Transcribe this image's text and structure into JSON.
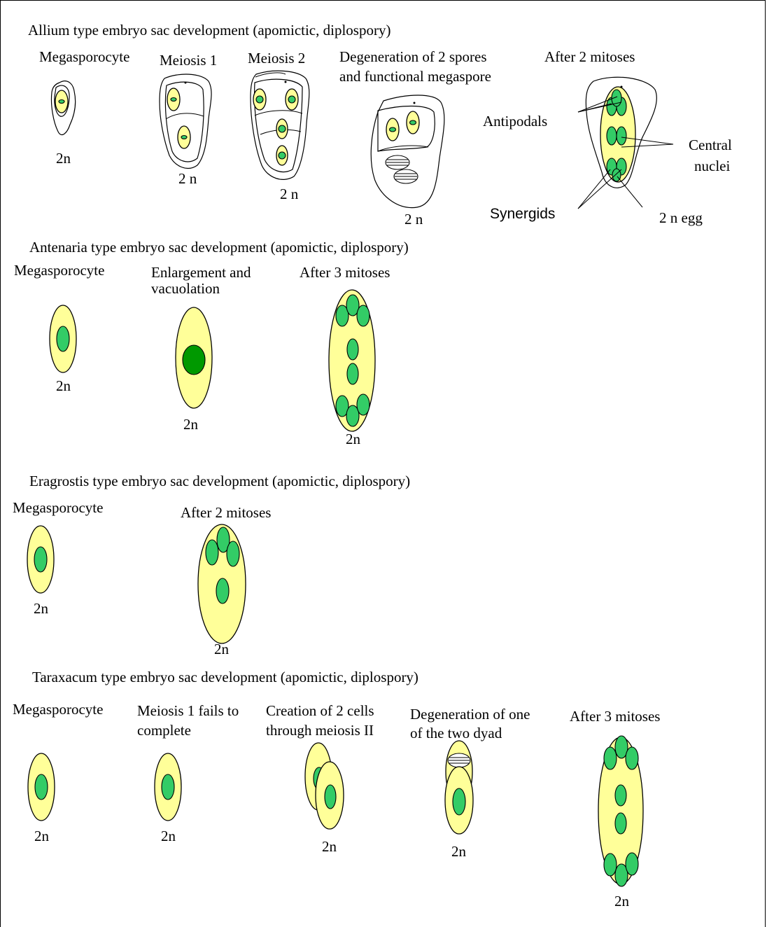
{
  "colors": {
    "cytoplasm": "#ffff99",
    "nucleus": "#33cc66",
    "large_nucleus": "#009900",
    "outline": "#000000",
    "background": "#ffffff"
  },
  "allium": {
    "title": "Allium type embryo sac development (apomictic, diplospory)",
    "stages": {
      "megasporocyte": "Megasporocyte",
      "meiosis1": "Meiosis 1",
      "meiosis2": "Meiosis 2",
      "degeneration_line1": "Degeneration of 2 spores",
      "degeneration_line2": "and functional megaspore",
      "after_mitoses": "After 2 mitoses"
    },
    "ploidy": {
      "megasporocyte": "2n",
      "meiosis1": "2 n",
      "meiosis2": "2 n",
      "degeneration": "2 n"
    },
    "callouts": {
      "antipodals": "Antipodals",
      "central_line1": "Central",
      "central_line2": "nuclei",
      "synergids": "Synergids",
      "egg": "2 n egg"
    }
  },
  "antenaria": {
    "title": "Antenaria type embryo sac development (apomictic, diplospory)",
    "stages": {
      "megasporocyte": "Megasporocyte",
      "enlargement_line1": "Enlargement and",
      "enlargement_line2": "vacuolation",
      "after_mitoses": "After 3 mitoses"
    },
    "ploidy": {
      "megasporocyte": "2n",
      "enlargement": "2n",
      "after_mitoses": "2n"
    }
  },
  "eragrostis": {
    "title": "Eragrostis type embryo sac development (apomictic, diplospory)",
    "stages": {
      "megasporocyte": "Megasporocyte",
      "after_mitoses": "After 2 mitoses"
    },
    "ploidy": {
      "megasporocyte": "2n",
      "after_mitoses": "2n"
    }
  },
  "taraxacum": {
    "title": "Taraxacum type embryo sac development (apomictic, diplospory)",
    "stages": {
      "megasporocyte": "Megasporocyte",
      "meiosis_fail_line1": "Meiosis 1 fails to",
      "meiosis_fail_line2": "complete",
      "creation_line1": "Creation of 2 cells",
      "creation_line2": "through meiosis II",
      "degeneration_line1": "Degeneration of one",
      "degeneration_line2": "of the two dyad",
      "after_mitoses": "After 3 mitoses"
    },
    "ploidy": {
      "megasporocyte": "2n",
      "meiosis_fail": "2n",
      "creation": "2n",
      "degeneration": "2n",
      "after_mitoses": "2n"
    }
  }
}
